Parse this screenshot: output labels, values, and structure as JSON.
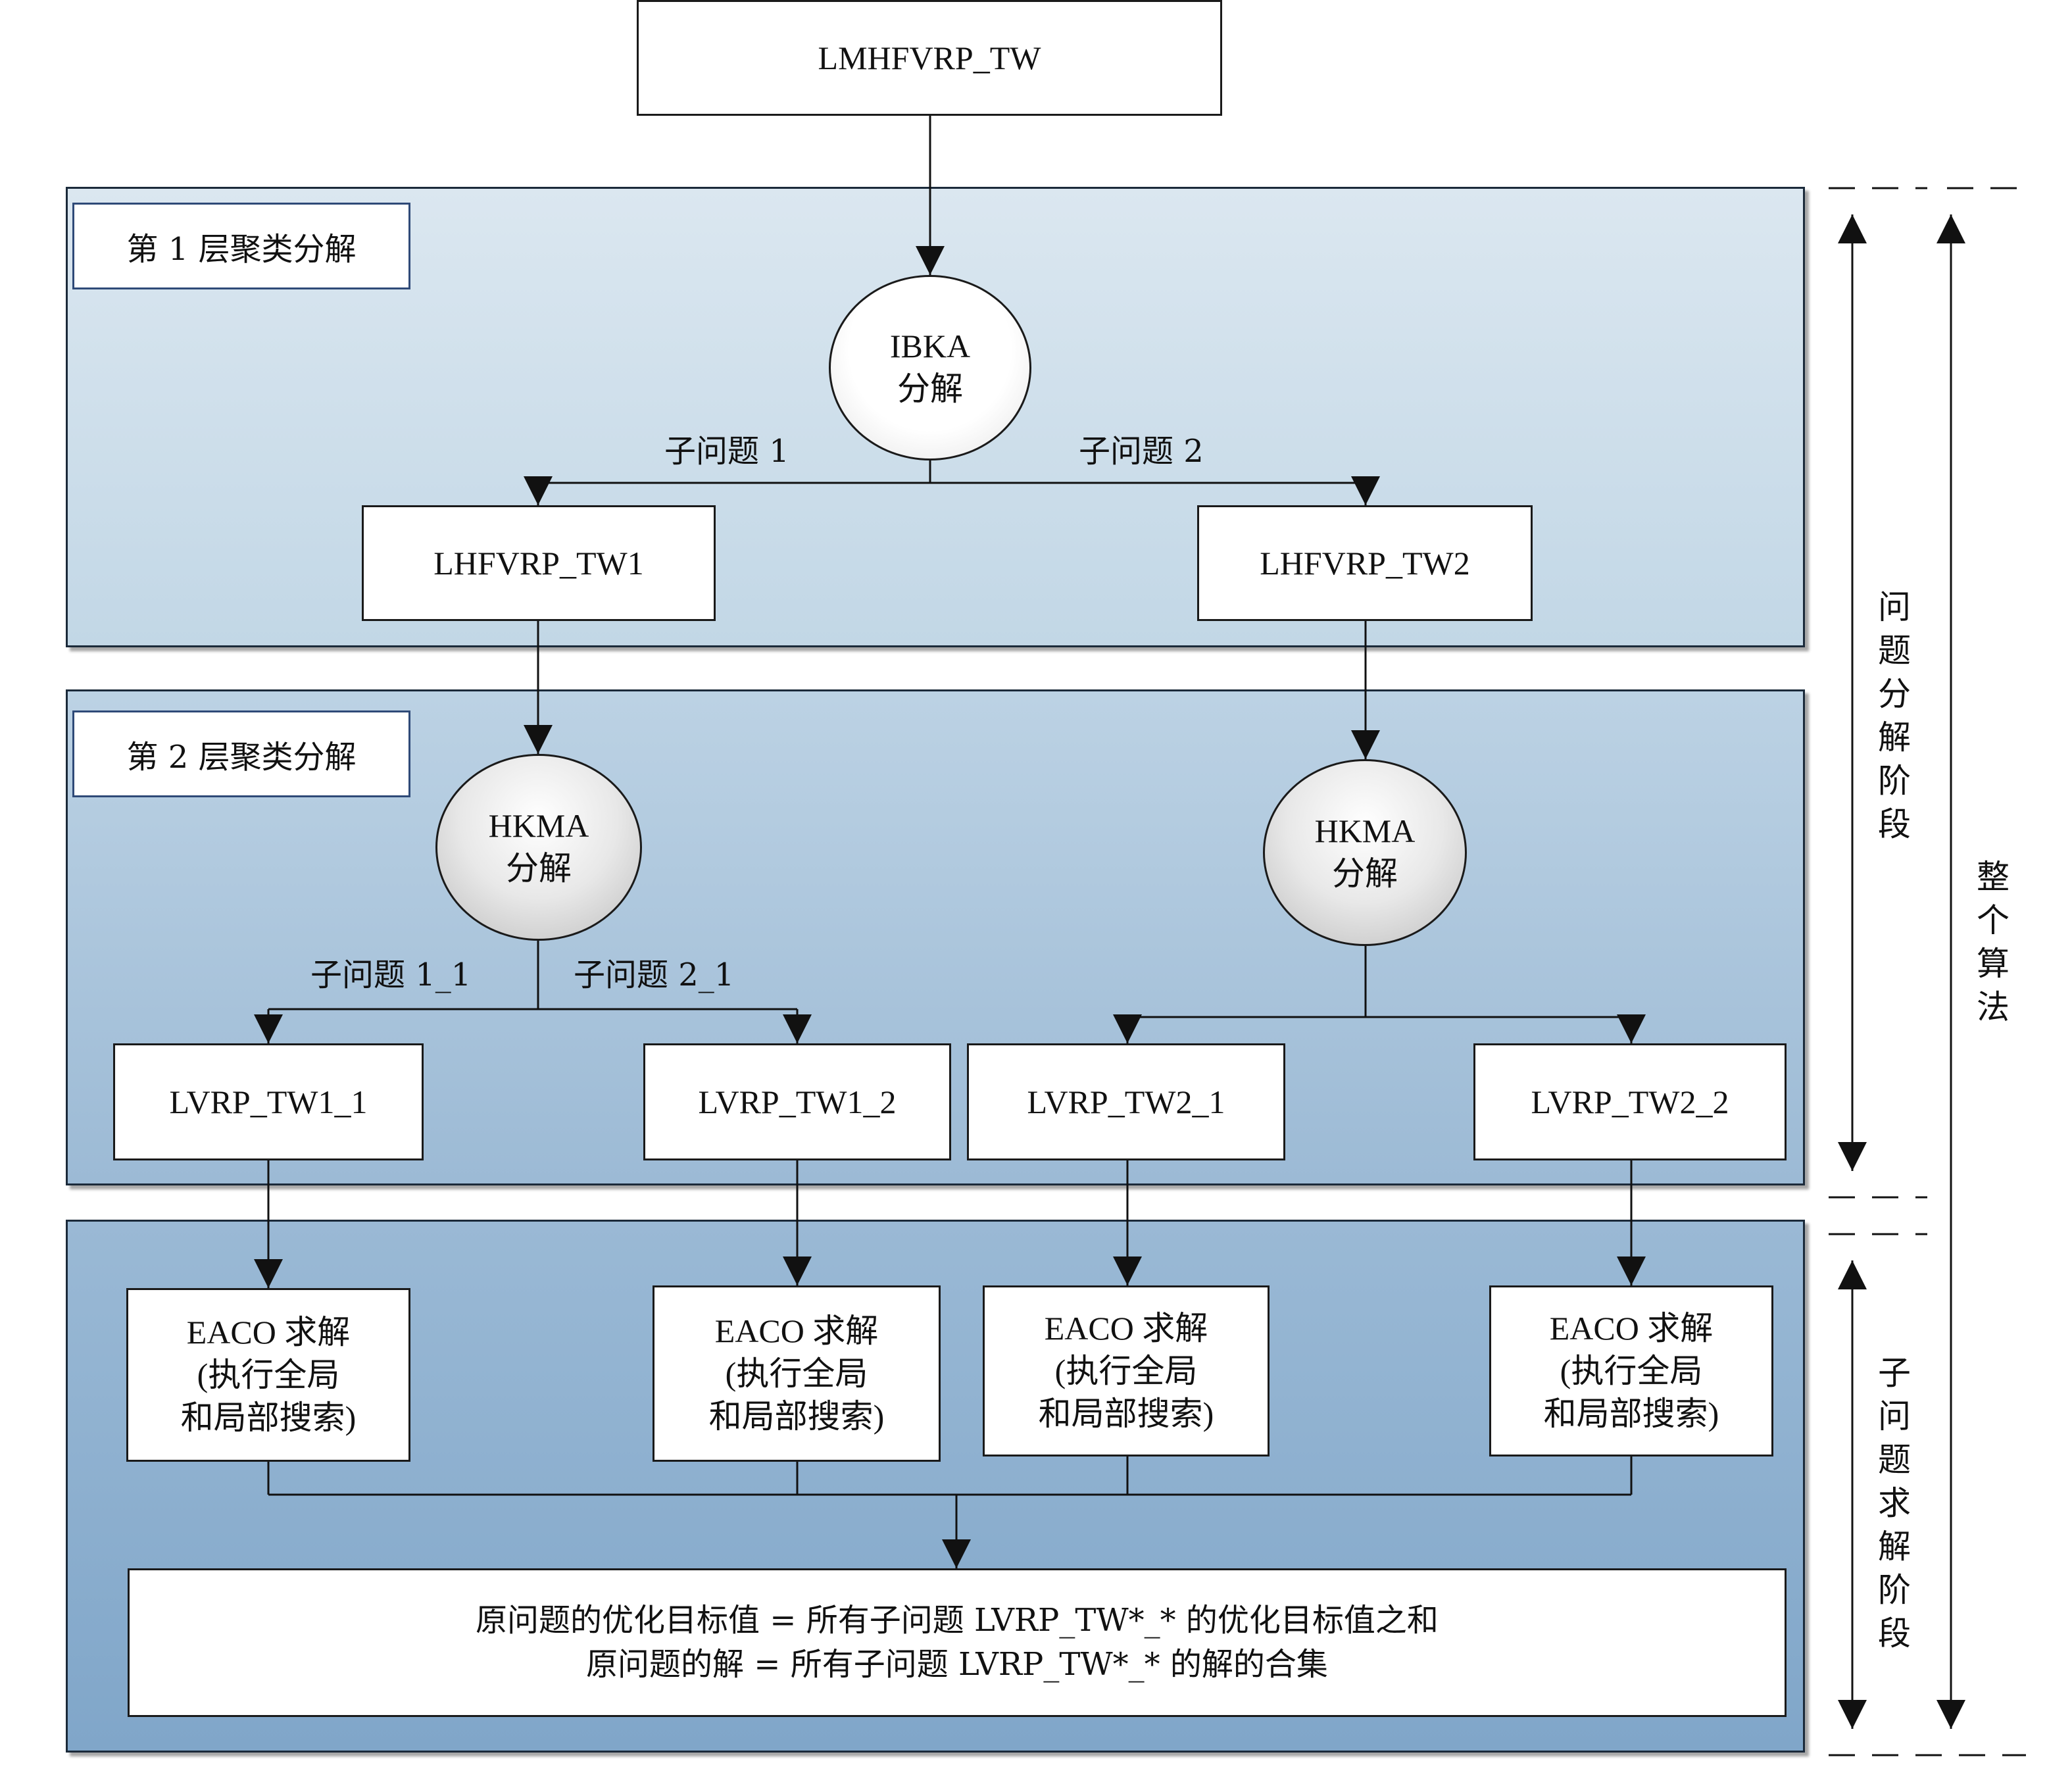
{
  "diagram": {
    "root": "LMHFVRP_TW",
    "layer1": {
      "label": "第 1 层聚类分解",
      "method": {
        "name": "IBKA",
        "action": "分解"
      },
      "edge_left": "子问题 1",
      "edge_right": "子问题 2",
      "children": [
        "LHFVRP_TW1",
        "LHFVRP_TW2"
      ]
    },
    "layer2": {
      "label": "第 2 层聚类分解",
      "left_method": {
        "name": "HKMA",
        "action": "分解"
      },
      "right_method": {
        "name": "HKMA",
        "action": "分解"
      },
      "edge_left": "子问题 1_1",
      "edge_right": "子问题 2_1",
      "children": [
        "LVRP_TW1_1",
        "LVRP_TW1_2",
        "LVRP_TW2_1",
        "LVRP_TW2_2"
      ]
    },
    "solve": {
      "box_text": "EACO 求解\n(执行全局\n和局部搜索)",
      "result_line1": "原问题的优化目标值 = 所有子问题 LVRP_TW*_* 的优化目标值之和",
      "result_line2": "原问题的解 = 所有子问题 LVRP_TW*_* 的解的合集"
    },
    "phases": {
      "decomposition": "问题分解阶段",
      "subproblem_solving": "子问题求解阶段",
      "whole": "整个算法"
    },
    "colors": {
      "panel1": "#c8dbe9",
      "panel2": "#a9c4dc",
      "panel3": "#8db0d0",
      "label_border": "#2f4a78"
    }
  }
}
